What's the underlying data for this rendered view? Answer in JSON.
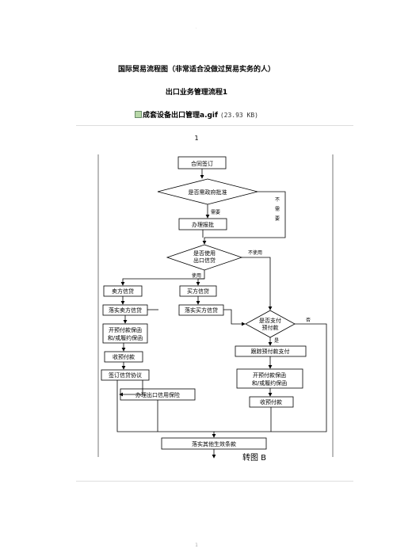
{
  "header": {
    "watermark": "·"
  },
  "doc": {
    "title": "国际贸易流程图（非常适合没做过贸易实务的人）",
    "subtitle": "出口业务管理流程1",
    "image_name": "成套设备出口管理a.gif",
    "image_size": "(23.93 KB)",
    "figure_number": "1"
  },
  "flow": {
    "contract": "合同签订",
    "gov_approval_q": "是否需政府批准",
    "need": "需要",
    "no_need": "不需要",
    "approval": "办理报批",
    "credit_q_line1": "是否使用",
    "credit_q_line2": "出口信贷",
    "no_use": "不使用",
    "use": "使用",
    "seller_credit": "卖方信贷",
    "buyer_credit": "买方信贷",
    "implement_seller": "落实卖方信贷",
    "implement_buyer": "落实买方信贷",
    "guarantee_left_1": "开预付款保函",
    "guarantee_left_2": "和/或履约保函",
    "receive_left": "收预付款",
    "sign_credit": "签订信贷协议",
    "insurance": "办理出口信用保险",
    "prepay_q_line1": "是否支付",
    "prepay_q_line2": "预付款",
    "no": "否",
    "yes": "是",
    "track_prepay": "跟踪预付款支付",
    "guarantee_right_1": "开预付款保函",
    "guarantee_right_2": "和/或履约保函",
    "receive_right": "收预付款",
    "other_terms": "落实其他生效条款",
    "goto": "转图 B"
  },
  "footer": {
    "page": "1"
  }
}
